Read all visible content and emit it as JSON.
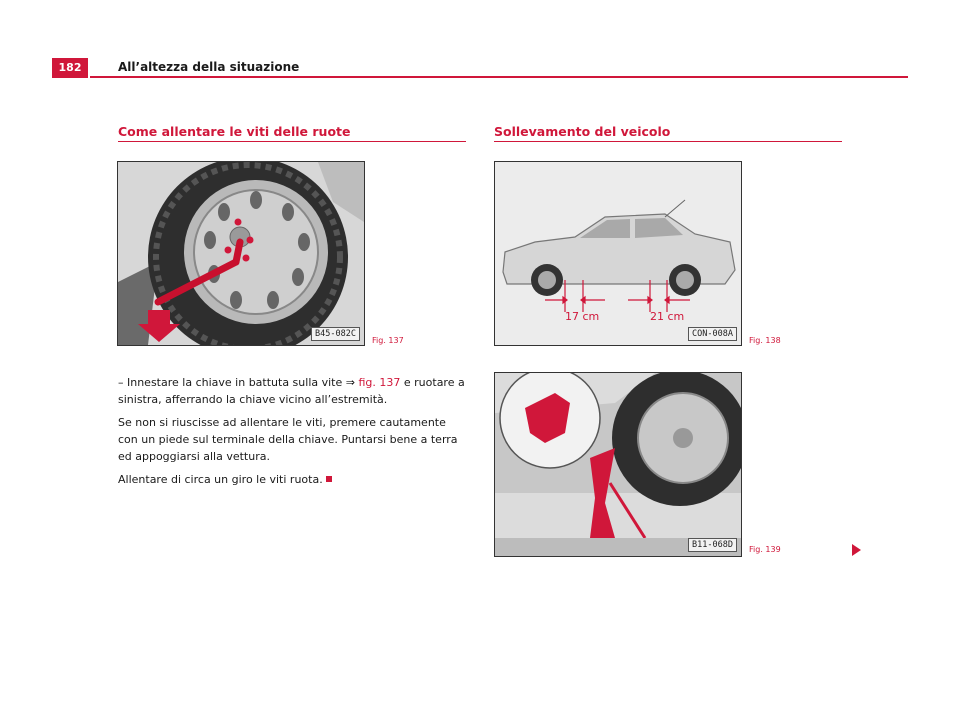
{
  "header": {
    "page_number": "182",
    "title": "All’altezza della situazione"
  },
  "sections": {
    "left_heading": "Come allentare le viti delle ruote",
    "right_heading": "Sollevamento del veicolo"
  },
  "figures": {
    "f137": {
      "code": "B45-082C",
      "label": "Fig. 137"
    },
    "f138": {
      "code": "CON-008A",
      "label": "Fig. 138",
      "dim_front": "17 cm",
      "dim_rear": "21 cm"
    },
    "f139": {
      "code": "B11-068D",
      "label": "Fig. 139"
    }
  },
  "body": {
    "p1_lead": "–  Innestare la chiave in battuta sulla vite ⇒ ",
    "p1_xref": "fig. 137",
    "p1_tail": " e ruotare a sinistra, afferrando la chiave vicino all’estremità.",
    "p2": "Se non si riuscisse ad allentare le viti, premere cautamente con un piede sul terminale della chiave. Puntarsi bene a terra ed appoggiarsi alla vettura.",
    "p3": "Allentare di circa un giro le viti ruota."
  },
  "colors": {
    "accent": "#d0173a"
  },
  "icons": {
    "continue": "continue-arrow-icon",
    "end": "section-end-square-icon"
  }
}
